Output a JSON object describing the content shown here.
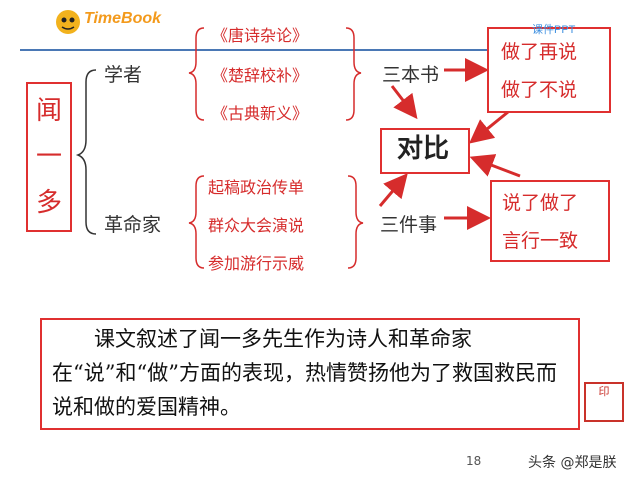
{
  "header": {
    "logo_text": "TimeBook",
    "watermark": "课件PPT"
  },
  "subject": {
    "name_chars": [
      "闻",
      "一",
      "多"
    ]
  },
  "scholar": {
    "label": "学者",
    "books": [
      "《唐诗杂论》",
      "《楚辞校补》",
      "《古典新义》"
    ],
    "group_label": "三本书"
  },
  "revolutionary": {
    "label": "革命家",
    "deeds": [
      "起稿政治传单",
      "群众大会演说",
      "参加游行示威"
    ],
    "group_label": "三件事"
  },
  "contrast_label": "对比",
  "scholar_trait": [
    "做了再说",
    "做了不说"
  ],
  "revolutionary_trait": [
    "说了做了",
    "言行一致"
  ],
  "summary": "课文叙述了闻一多先生作为诗人和革命家在“说”和“做”方面的表现，热情赞扬他为了救国救民而说和做的爱国精神。",
  "seal_text": "印",
  "page_number": "18",
  "footer": "头条 @郑是朕",
  "colors": {
    "accent_red": "#d62c2c",
    "logo_orange": "#f39a1c",
    "rule_blue": "#4a78b5"
  }
}
